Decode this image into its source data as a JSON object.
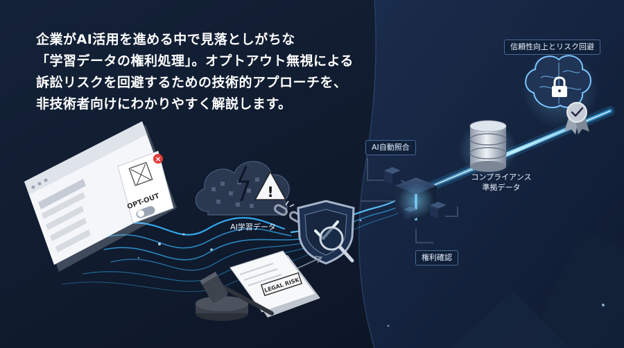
{
  "headline": {
    "lines": [
      "企業がAI活用を進める中で見落としがちな",
      "「学習データの権利処理」。オプトアウト無視による",
      "訴訟リスクを回避するための技術的アプローチを、",
      "非技術者向けにわかりやすく解説します。"
    ]
  },
  "labels": {
    "ai_training_data": "AI学習データ",
    "ai_auto_matching": "AI自動照合",
    "rights_check": "権利確認",
    "compliant_data": "コンプライアンス\n準拠データ",
    "reliability": "信頼性向上とリスク回避"
  },
  "graphics": {
    "opt_out_text": "OPT-OUT",
    "legal_risk_text": "LEGAL RISK",
    "warning_glyph": "!",
    "error_glyph": "×"
  },
  "icons": [
    "browser-window-icon",
    "opt-out-toggle-icon",
    "pixel-cloud-icon",
    "warning-icon",
    "broken-link-icon",
    "shield-check-icon",
    "magnifier-icon",
    "legal-document-icon",
    "gavel-icon",
    "cube-network-icon",
    "database-icon",
    "brain-lock-icon",
    "certificate-badge-icon"
  ],
  "colors": {
    "background": "#101a2c",
    "flow": "#36b6ff",
    "accent_glow": "#7fd6ff",
    "text": "#ffffff",
    "error": "#e23b3b"
  }
}
